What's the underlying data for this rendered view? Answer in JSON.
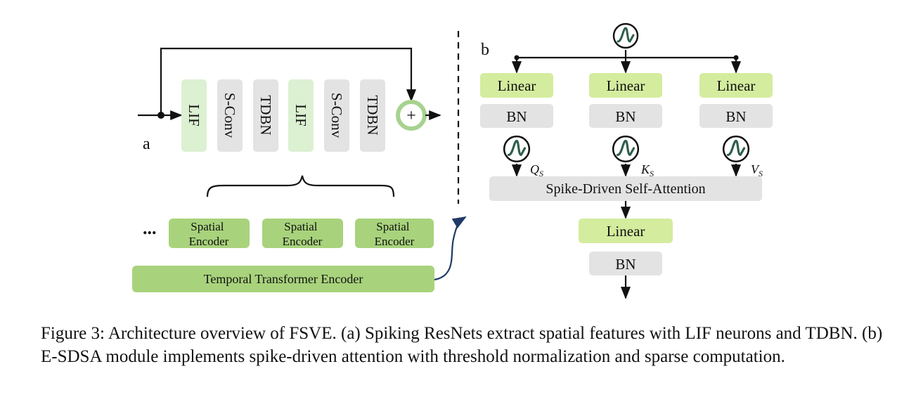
{
  "panel_a": {
    "label": "a",
    "blocks": [
      "LIF",
      "S-Conv",
      "TDBN",
      "LIF",
      "S-Conv",
      "TDBN"
    ],
    "sum_symbol": "+",
    "ellipsis": "...",
    "spatial_encoders": [
      "Spatial Encoder",
      "Spatial Encoder",
      "Spatial Encoder"
    ],
    "temporal_encoder": "Temporal Transformer Encoder"
  },
  "panel_b": {
    "label": "b",
    "linear": [
      "Linear",
      "Linear",
      "Linear"
    ],
    "bn": [
      "BN",
      "BN",
      "BN"
    ],
    "qkv": [
      {
        "main": "Q",
        "sub": "S"
      },
      {
        "main": "K",
        "sub": "S"
      },
      {
        "main": "V",
        "sub": "S"
      }
    ],
    "attention": "Spike-Driven Self-Attention",
    "out_linear": "Linear",
    "out_bn": "BN"
  },
  "colors": {
    "lif_fill": "#dcf0d2",
    "gray_fill": "#e3e3e3",
    "encoder_fill": "#a8d37c",
    "linear_fill": "#d4ec9e",
    "spike_stroke": "#2f5f4a",
    "curve": "#1f3a66",
    "sum_ring": "#a7d28f"
  },
  "caption": "Figure 3: Architecture overview of FSVE. (a) Spiking ResNets extract spatial features with LIF neurons and TDBN. (b) E-SDSA module implements spike-driven attention with threshold normalization and sparse computation."
}
